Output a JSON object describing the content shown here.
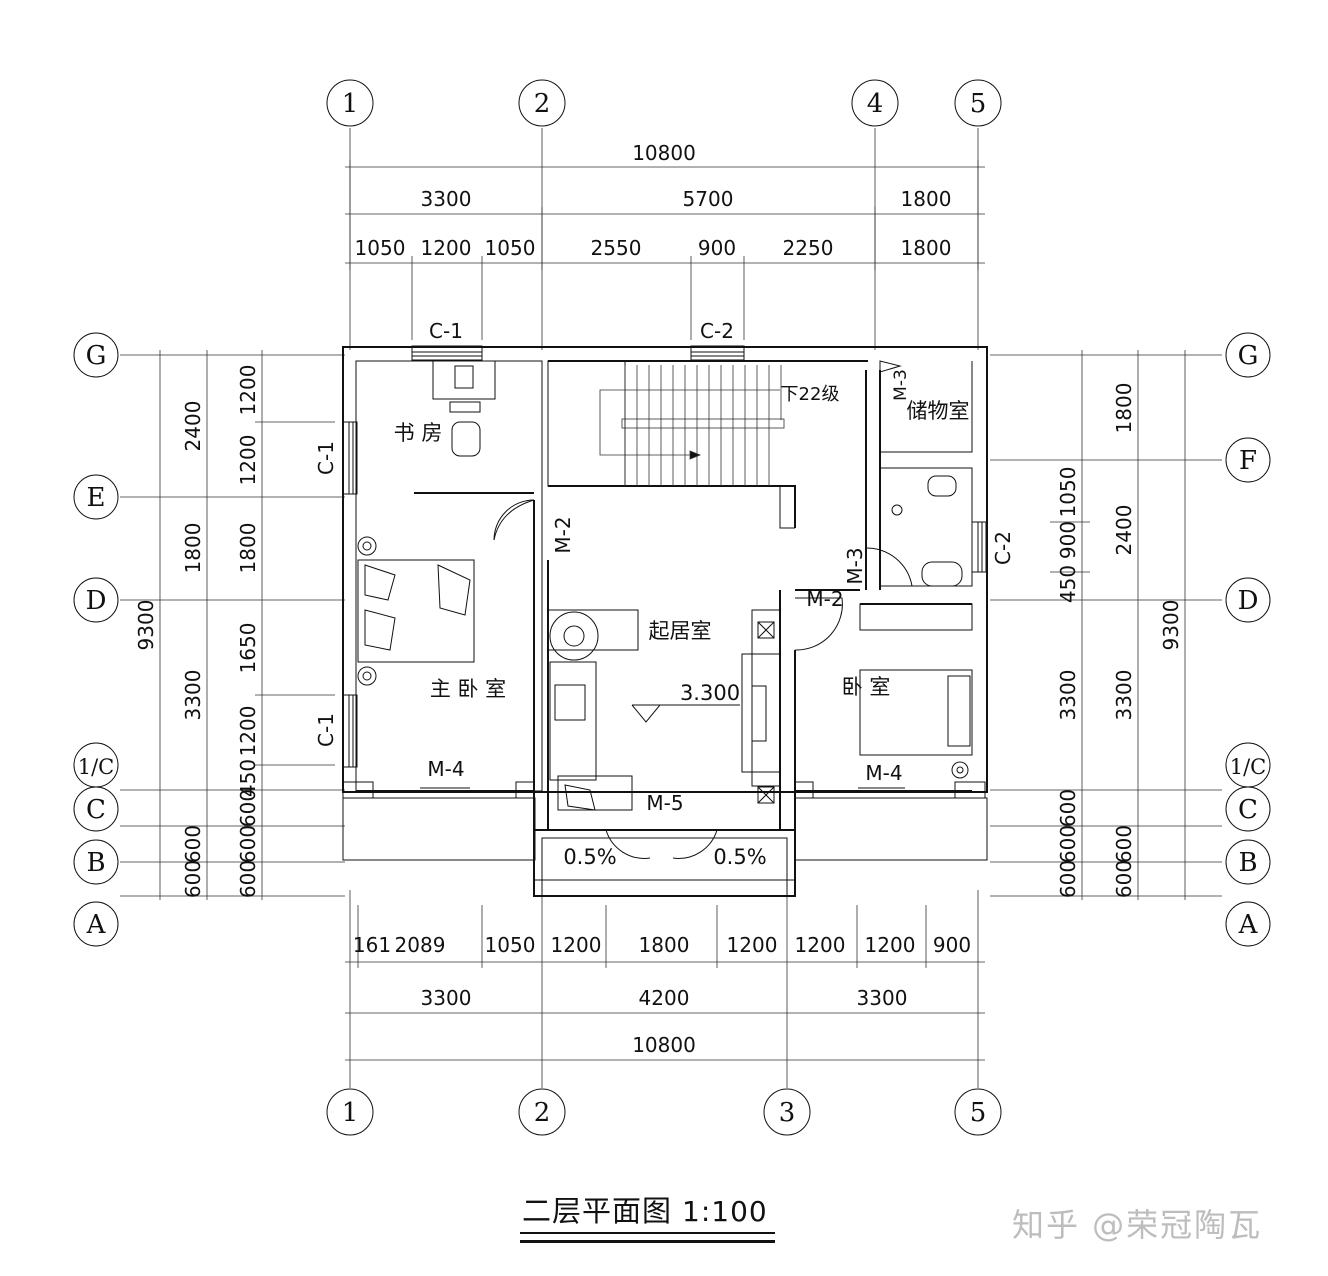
{
  "title": {
    "main": "二层平面图",
    "scale": "1:100"
  },
  "watermark": "知乎 @荣冠陶瓦",
  "axes": {
    "top": [
      "1",
      "2",
      "4",
      "5"
    ],
    "bottom": [
      "1",
      "2",
      "3",
      "5"
    ],
    "left": [
      "G",
      "E",
      "D",
      "1/C",
      "C",
      "B",
      "A"
    ],
    "right": [
      "G",
      "F",
      "D",
      "1/C",
      "C",
      "B",
      "A"
    ]
  },
  "dims_top": {
    "total": "10800",
    "row2": [
      "3300",
      "5700",
      "1800"
    ],
    "row3": [
      "1050",
      "1200",
      "1050",
      "2550",
      "900",
      "2250",
      "1800"
    ]
  },
  "dims_bottom": {
    "total": "10800",
    "row2": [
      "3300",
      "4200",
      "3300"
    ],
    "row3": [
      "161",
      "2089",
      "1050",
      "1200",
      "1800",
      "1200",
      "1200",
      "1200",
      "900"
    ]
  },
  "dims_left": {
    "total": "9300",
    "row2": [
      "2400",
      "1800",
      "3300",
      "600",
      "600"
    ],
    "row3": [
      "1200",
      "1200",
      "1800",
      "1650",
      "1200",
      "450",
      "600",
      "600",
      "600"
    ]
  },
  "dims_right": {
    "total": "9300",
    "row2": [
      "1800",
      "2400",
      "3300",
      "600",
      "600"
    ],
    "row3": [
      "1050",
      "900",
      "450",
      "3300",
      "600",
      "600",
      "600"
    ]
  },
  "rooms": {
    "study": "书   房",
    "master_bedroom": "主  卧   室",
    "living": "起居室",
    "bedroom": "卧   室",
    "storage": "储物室",
    "stair_note": "下22级",
    "elevation": "3.300",
    "slope_left": "0.5%",
    "slope_right": "0.5%"
  },
  "openings": {
    "c1_top": "C-1",
    "c2_top": "C-2",
    "c1_left_upper": "C-1",
    "c1_left_lower": "C-1",
    "c2_right": "C-2",
    "m2_left": "M-2",
    "m2_right": "M-2",
    "m3_upper": "M-3",
    "m3_lower": "M-3",
    "m4_left": "M-4",
    "m4_right": "M-4",
    "m5": "M-5"
  }
}
